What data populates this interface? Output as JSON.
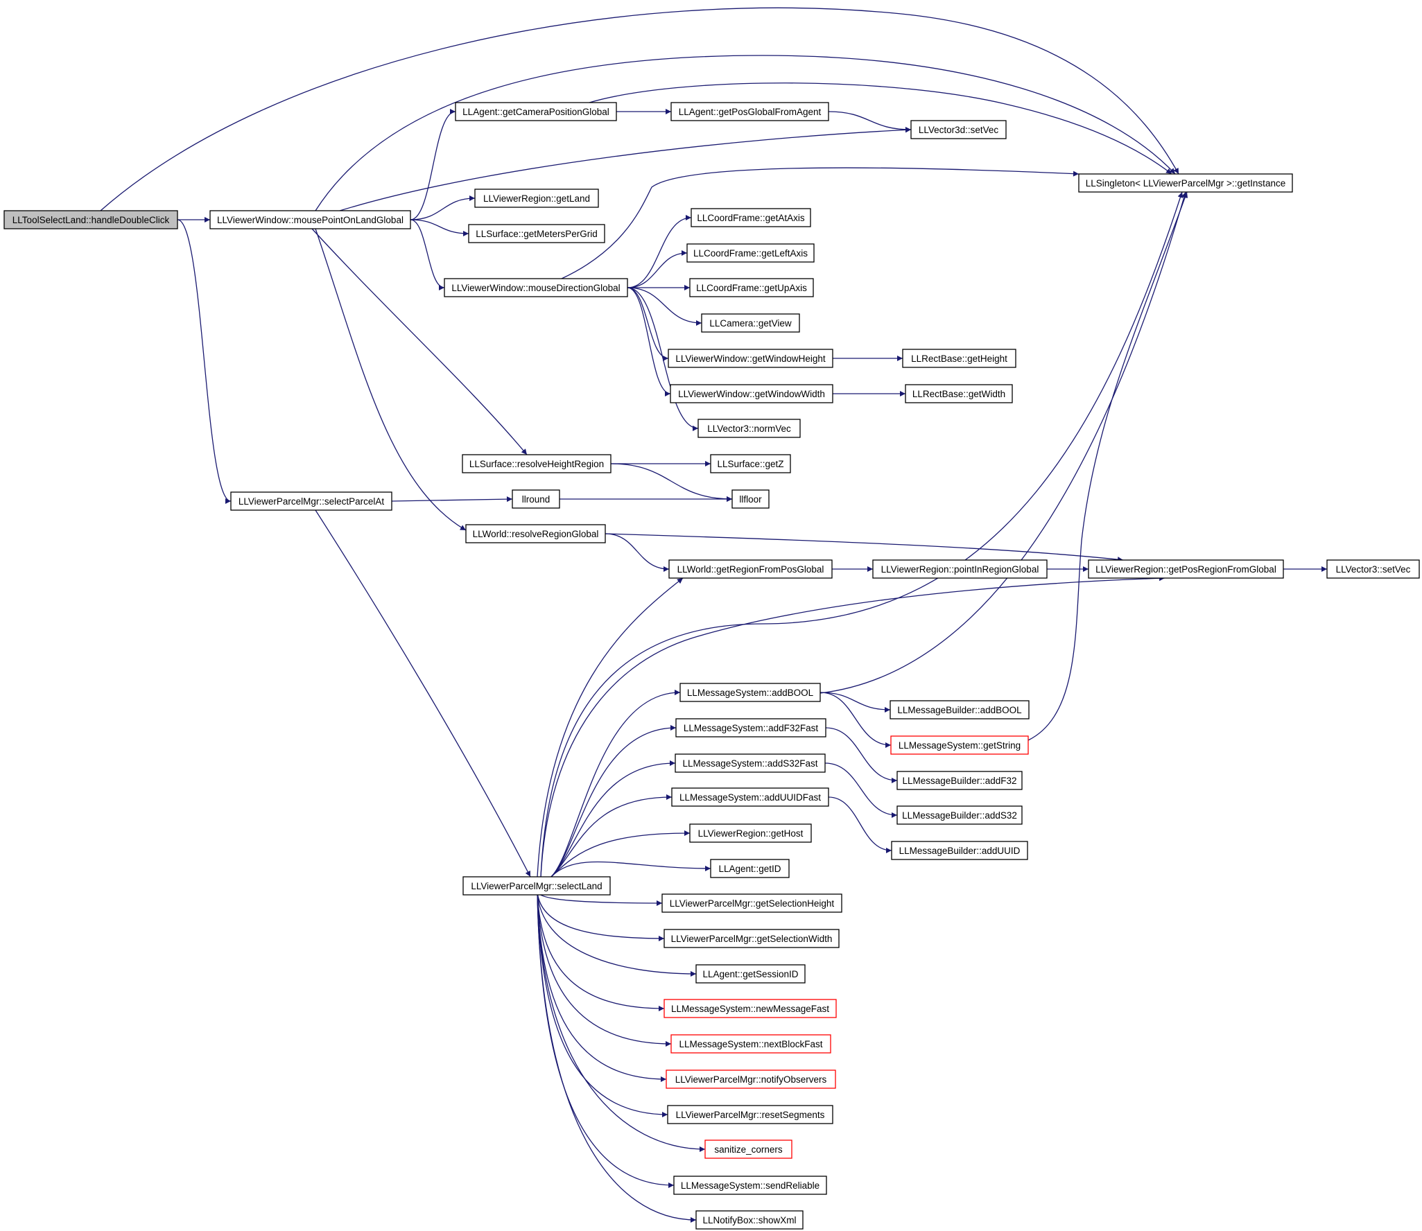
{
  "colors": {
    "edge": "#191970",
    "node_border": "#000000",
    "node_truncated_border": "#ff0000",
    "root_fill": "#bfbfbf",
    "node_fill": "#ffffff"
  },
  "nodes": [
    {
      "id": "n0",
      "label": "LLToolSelectLand::handleDoubleClick",
      "root": true
    },
    {
      "id": "n1",
      "label": "LLViewerWindow::mousePointOnLandGlobal"
    },
    {
      "id": "n2",
      "label": "LLViewerParcelMgr::selectParcelAt"
    },
    {
      "id": "n3",
      "label": "LLSingleton< LLViewerParcelMgr >::getInstance"
    },
    {
      "id": "n4",
      "label": "LLAgent::getCameraPositionGlobal"
    },
    {
      "id": "n5",
      "label": "LLAgent::getPosGlobalFromAgent"
    },
    {
      "id": "n6",
      "label": "LLVector3d::setVec"
    },
    {
      "id": "n7",
      "label": "LLViewerRegion::getLand"
    },
    {
      "id": "n8",
      "label": "LLSurface::getMetersPerGrid"
    },
    {
      "id": "n9",
      "label": "LLViewerWindow::mouseDirectionGlobal"
    },
    {
      "id": "n10",
      "label": "LLCoordFrame::getAtAxis"
    },
    {
      "id": "n11",
      "label": "LLCoordFrame::getLeftAxis"
    },
    {
      "id": "n12",
      "label": "LLCoordFrame::getUpAxis"
    },
    {
      "id": "n13",
      "label": "LLCamera::getView"
    },
    {
      "id": "n14",
      "label": "LLViewerWindow::getWindowHeight"
    },
    {
      "id": "n15",
      "label": "LLRectBase::getHeight"
    },
    {
      "id": "n16",
      "label": "LLViewerWindow::getWindowWidth"
    },
    {
      "id": "n17",
      "label": "LLRectBase::getWidth"
    },
    {
      "id": "n18",
      "label": "LLVector3::normVec"
    },
    {
      "id": "n19",
      "label": "LLSurface::resolveHeightRegion"
    },
    {
      "id": "n20",
      "label": "LLSurface::getZ"
    },
    {
      "id": "n21",
      "label": "llround"
    },
    {
      "id": "n22",
      "label": "llfloor"
    },
    {
      "id": "n23",
      "label": "LLWorld::resolveRegionGlobal"
    },
    {
      "id": "n24",
      "label": "LLWorld::getRegionFromPosGlobal"
    },
    {
      "id": "n25",
      "label": "LLViewerRegion::pointInRegionGlobal"
    },
    {
      "id": "n26",
      "label": "LLViewerRegion::getPosRegionFromGlobal"
    },
    {
      "id": "n27",
      "label": "LLVector3::setVec"
    },
    {
      "id": "n28",
      "label": "LLMessageSystem::addBOOL"
    },
    {
      "id": "n29",
      "label": "LLMessageBuilder::addBOOL"
    },
    {
      "id": "n30",
      "label": "LLMessageSystem::getString",
      "truncated": true
    },
    {
      "id": "n31",
      "label": "LLMessageSystem::addF32Fast"
    },
    {
      "id": "n32",
      "label": "LLMessageBuilder::addF32"
    },
    {
      "id": "n33",
      "label": "LLMessageSystem::addS32Fast"
    },
    {
      "id": "n34",
      "label": "LLMessageBuilder::addS32"
    },
    {
      "id": "n35",
      "label": "LLMessageSystem::addUUIDFast"
    },
    {
      "id": "n36",
      "label": "LLMessageBuilder::addUUID"
    },
    {
      "id": "n37",
      "label": "LLViewerRegion::getHost"
    },
    {
      "id": "n38",
      "label": "LLAgent::getID"
    },
    {
      "id": "n39",
      "label": "LLViewerParcelMgr::selectLand"
    },
    {
      "id": "n40",
      "label": "LLViewerParcelMgr::getSelectionHeight"
    },
    {
      "id": "n41",
      "label": "LLViewerParcelMgr::getSelectionWidth"
    },
    {
      "id": "n42",
      "label": "LLAgent::getSessionID"
    },
    {
      "id": "n43",
      "label": "LLMessageSystem::newMessageFast",
      "truncated": true
    },
    {
      "id": "n44",
      "label": "LLMessageSystem::nextBlockFast",
      "truncated": true
    },
    {
      "id": "n45",
      "label": "LLViewerParcelMgr::notifyObservers",
      "truncated": true
    },
    {
      "id": "n46",
      "label": "LLViewerParcelMgr::resetSegments"
    },
    {
      "id": "n47",
      "label": "sanitize_corners",
      "truncated": true
    },
    {
      "id": "n48",
      "label": "LLMessageSystem::sendReliable"
    },
    {
      "id": "n49",
      "label": "LLNotifyBox::showXml"
    }
  ],
  "edges": [
    [
      "n0",
      "n1"
    ],
    [
      "n0",
      "n2"
    ],
    [
      "n0",
      "n3"
    ],
    [
      "n1",
      "n3"
    ],
    [
      "n1",
      "n4"
    ],
    [
      "n1",
      "n6"
    ],
    [
      "n1",
      "n7"
    ],
    [
      "n1",
      "n8"
    ],
    [
      "n1",
      "n9"
    ],
    [
      "n1",
      "n19"
    ],
    [
      "n1",
      "n23"
    ],
    [
      "n4",
      "n5"
    ],
    [
      "n4",
      "n3"
    ],
    [
      "n5",
      "n6"
    ],
    [
      "n9",
      "n3"
    ],
    [
      "n9",
      "n10"
    ],
    [
      "n9",
      "n11"
    ],
    [
      "n9",
      "n12"
    ],
    [
      "n9",
      "n13"
    ],
    [
      "n9",
      "n14"
    ],
    [
      "n9",
      "n16"
    ],
    [
      "n9",
      "n18"
    ],
    [
      "n14",
      "n15"
    ],
    [
      "n16",
      "n17"
    ],
    [
      "n19",
      "n20"
    ],
    [
      "n19",
      "n22"
    ],
    [
      "n2",
      "n21"
    ],
    [
      "n2",
      "n39"
    ],
    [
      "n21",
      "n22"
    ],
    [
      "n23",
      "n24"
    ],
    [
      "n23",
      "n26"
    ],
    [
      "n24",
      "n25"
    ],
    [
      "n25",
      "n26"
    ],
    [
      "n26",
      "n27"
    ],
    [
      "n28",
      "n3"
    ],
    [
      "n28",
      "n29"
    ],
    [
      "n28",
      "n30"
    ],
    [
      "n30",
      "n3"
    ],
    [
      "n31",
      "n32"
    ],
    [
      "n33",
      "n34"
    ],
    [
      "n35",
      "n36"
    ],
    [
      "n39",
      "n3"
    ],
    [
      "n39",
      "n24"
    ],
    [
      "n39",
      "n26"
    ],
    [
      "n39",
      "n28"
    ],
    [
      "n39",
      "n31"
    ],
    [
      "n39",
      "n33"
    ],
    [
      "n39",
      "n35"
    ],
    [
      "n39",
      "n37"
    ],
    [
      "n39",
      "n38"
    ],
    [
      "n39",
      "n40"
    ],
    [
      "n39",
      "n41"
    ],
    [
      "n39",
      "n42"
    ],
    [
      "n39",
      "n43"
    ],
    [
      "n39",
      "n44"
    ],
    [
      "n39",
      "n45"
    ],
    [
      "n39",
      "n46"
    ],
    [
      "n39",
      "n47"
    ],
    [
      "n39",
      "n48"
    ],
    [
      "n39",
      "n49"
    ]
  ]
}
